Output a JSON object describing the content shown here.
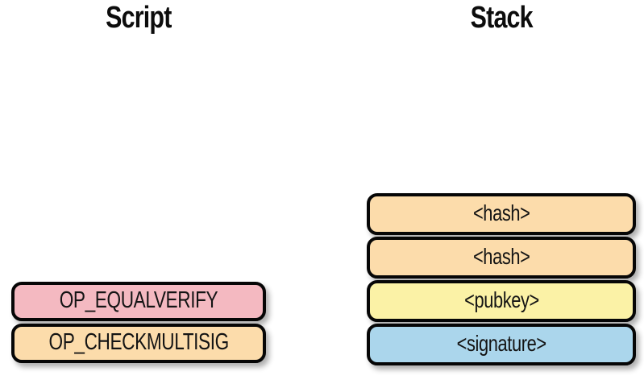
{
  "page": {
    "background": "#ffffff"
  },
  "script": {
    "title": "Script",
    "boxes": [
      {
        "label": "OP_EQUALVERIFY",
        "color": "#f4b9c1"
      },
      {
        "label": "OP_CHECKMULTISIG",
        "color": "#fcdcab"
      }
    ]
  },
  "stack": {
    "title": "Stack",
    "boxes": [
      {
        "label": "<hash>",
        "color": "#fcdcab"
      },
      {
        "label": "<hash>",
        "color": "#fcdcab"
      },
      {
        "label": "<pubkey>",
        "color": "#fbf2a6"
      },
      {
        "label": "<signature>",
        "color": "#abd6ec"
      }
    ]
  },
  "style_colors": {
    "border": "#060606",
    "text": "#141414",
    "shadow": "rgba(0,0,0,0.32)"
  }
}
